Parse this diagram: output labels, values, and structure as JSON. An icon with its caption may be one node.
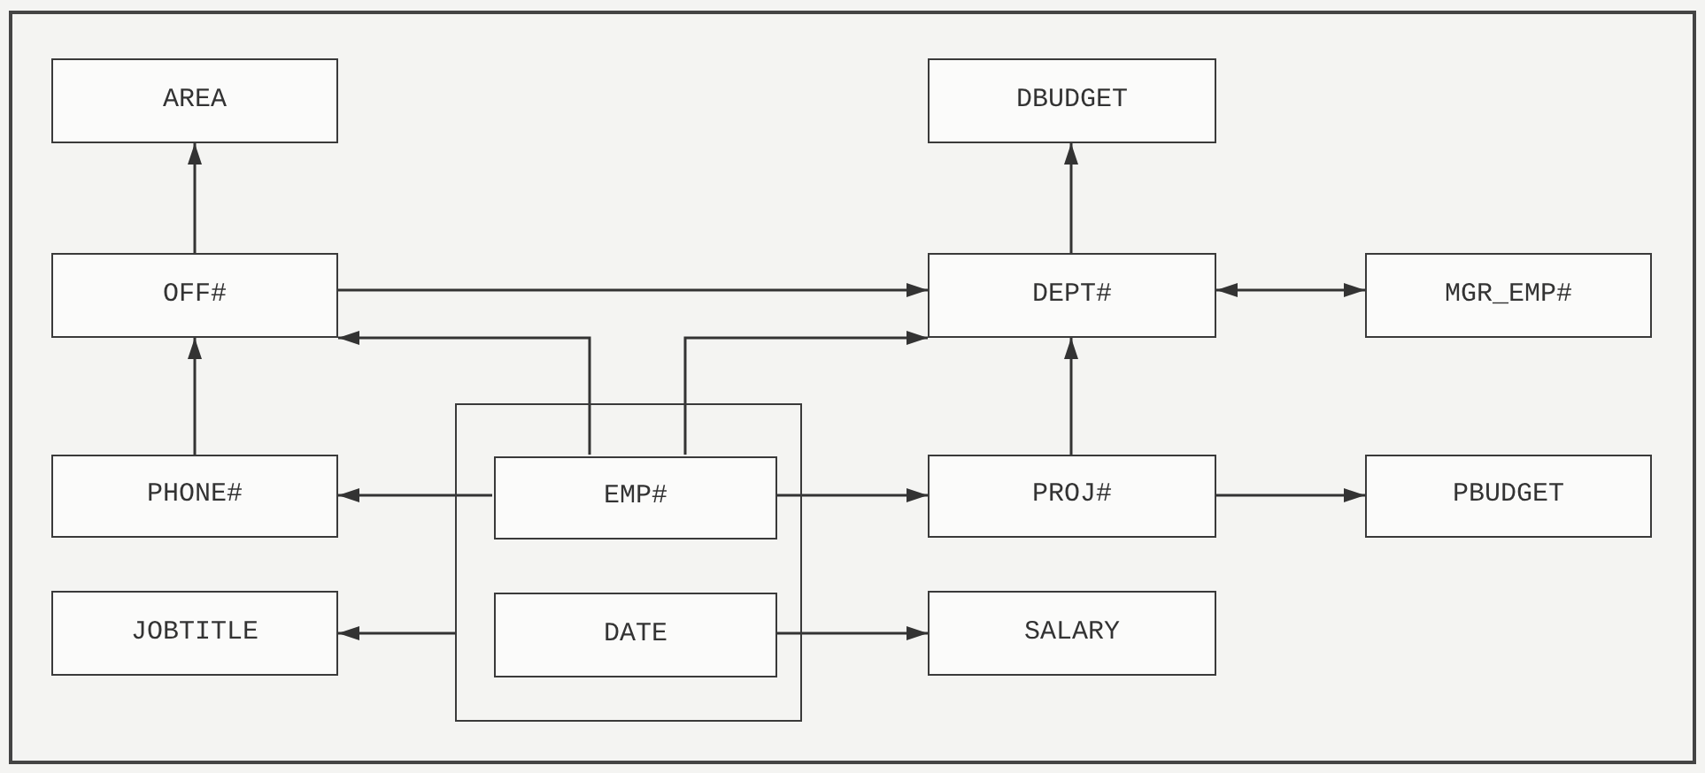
{
  "diagram": {
    "nodes": [
      {
        "text": [
          "AREA"
        ]
      },
      {
        "text": [
          "DBUDGET"
        ]
      },
      {
        "text": [
          "OFF#"
        ]
      },
      {
        "text": [
          "DEPT#"
        ]
      },
      {
        "text": [
          "MGR_EMP#"
        ]
      },
      {
        "text": [
          "PHONE#"
        ]
      },
      {
        "text": [],
        "shape": "box"
      },
      {
        "text": [
          "EMP#"
        ],
        "in": 6
      },
      {
        "text": [
          "PROJ#"
        ]
      },
      {
        "text": [
          "PBUDGET"
        ]
      },
      {
        "text": [
          "JOBTITLE"
        ]
      },
      {
        "text": [
          "DATE"
        ],
        "in": 6
      },
      {
        "text": [
          "SALARY"
        ]
      }
    ],
    "edges": [
      {
        "from": 2,
        "to": 0,
        "arrow": "to"
      },
      {
        "from": 5,
        "to": 2,
        "arrow": "to"
      },
      {
        "from": 2,
        "to": 3,
        "arrow": "to"
      },
      {
        "from": 7,
        "to": 2,
        "arrow": "to"
      },
      {
        "from": 7,
        "to": 3,
        "arrow": "to"
      },
      {
        "from": 7,
        "to": 5,
        "arrow": "to"
      },
      {
        "from": 7,
        "to": 8,
        "arrow": "to"
      },
      {
        "from": 8,
        "to": 3,
        "arrow": "to"
      },
      {
        "from": 3,
        "to": 1,
        "arrow": "to"
      },
      {
        "from": 3,
        "to": 4,
        "arrow": "both"
      },
      {
        "from": 8,
        "to": 9,
        "arrow": "to"
      },
      {
        "from": 6,
        "to": 10,
        "arrow": "to"
      },
      {
        "from": 11,
        "to": 12,
        "arrow": "to"
      }
    ]
  }
}
